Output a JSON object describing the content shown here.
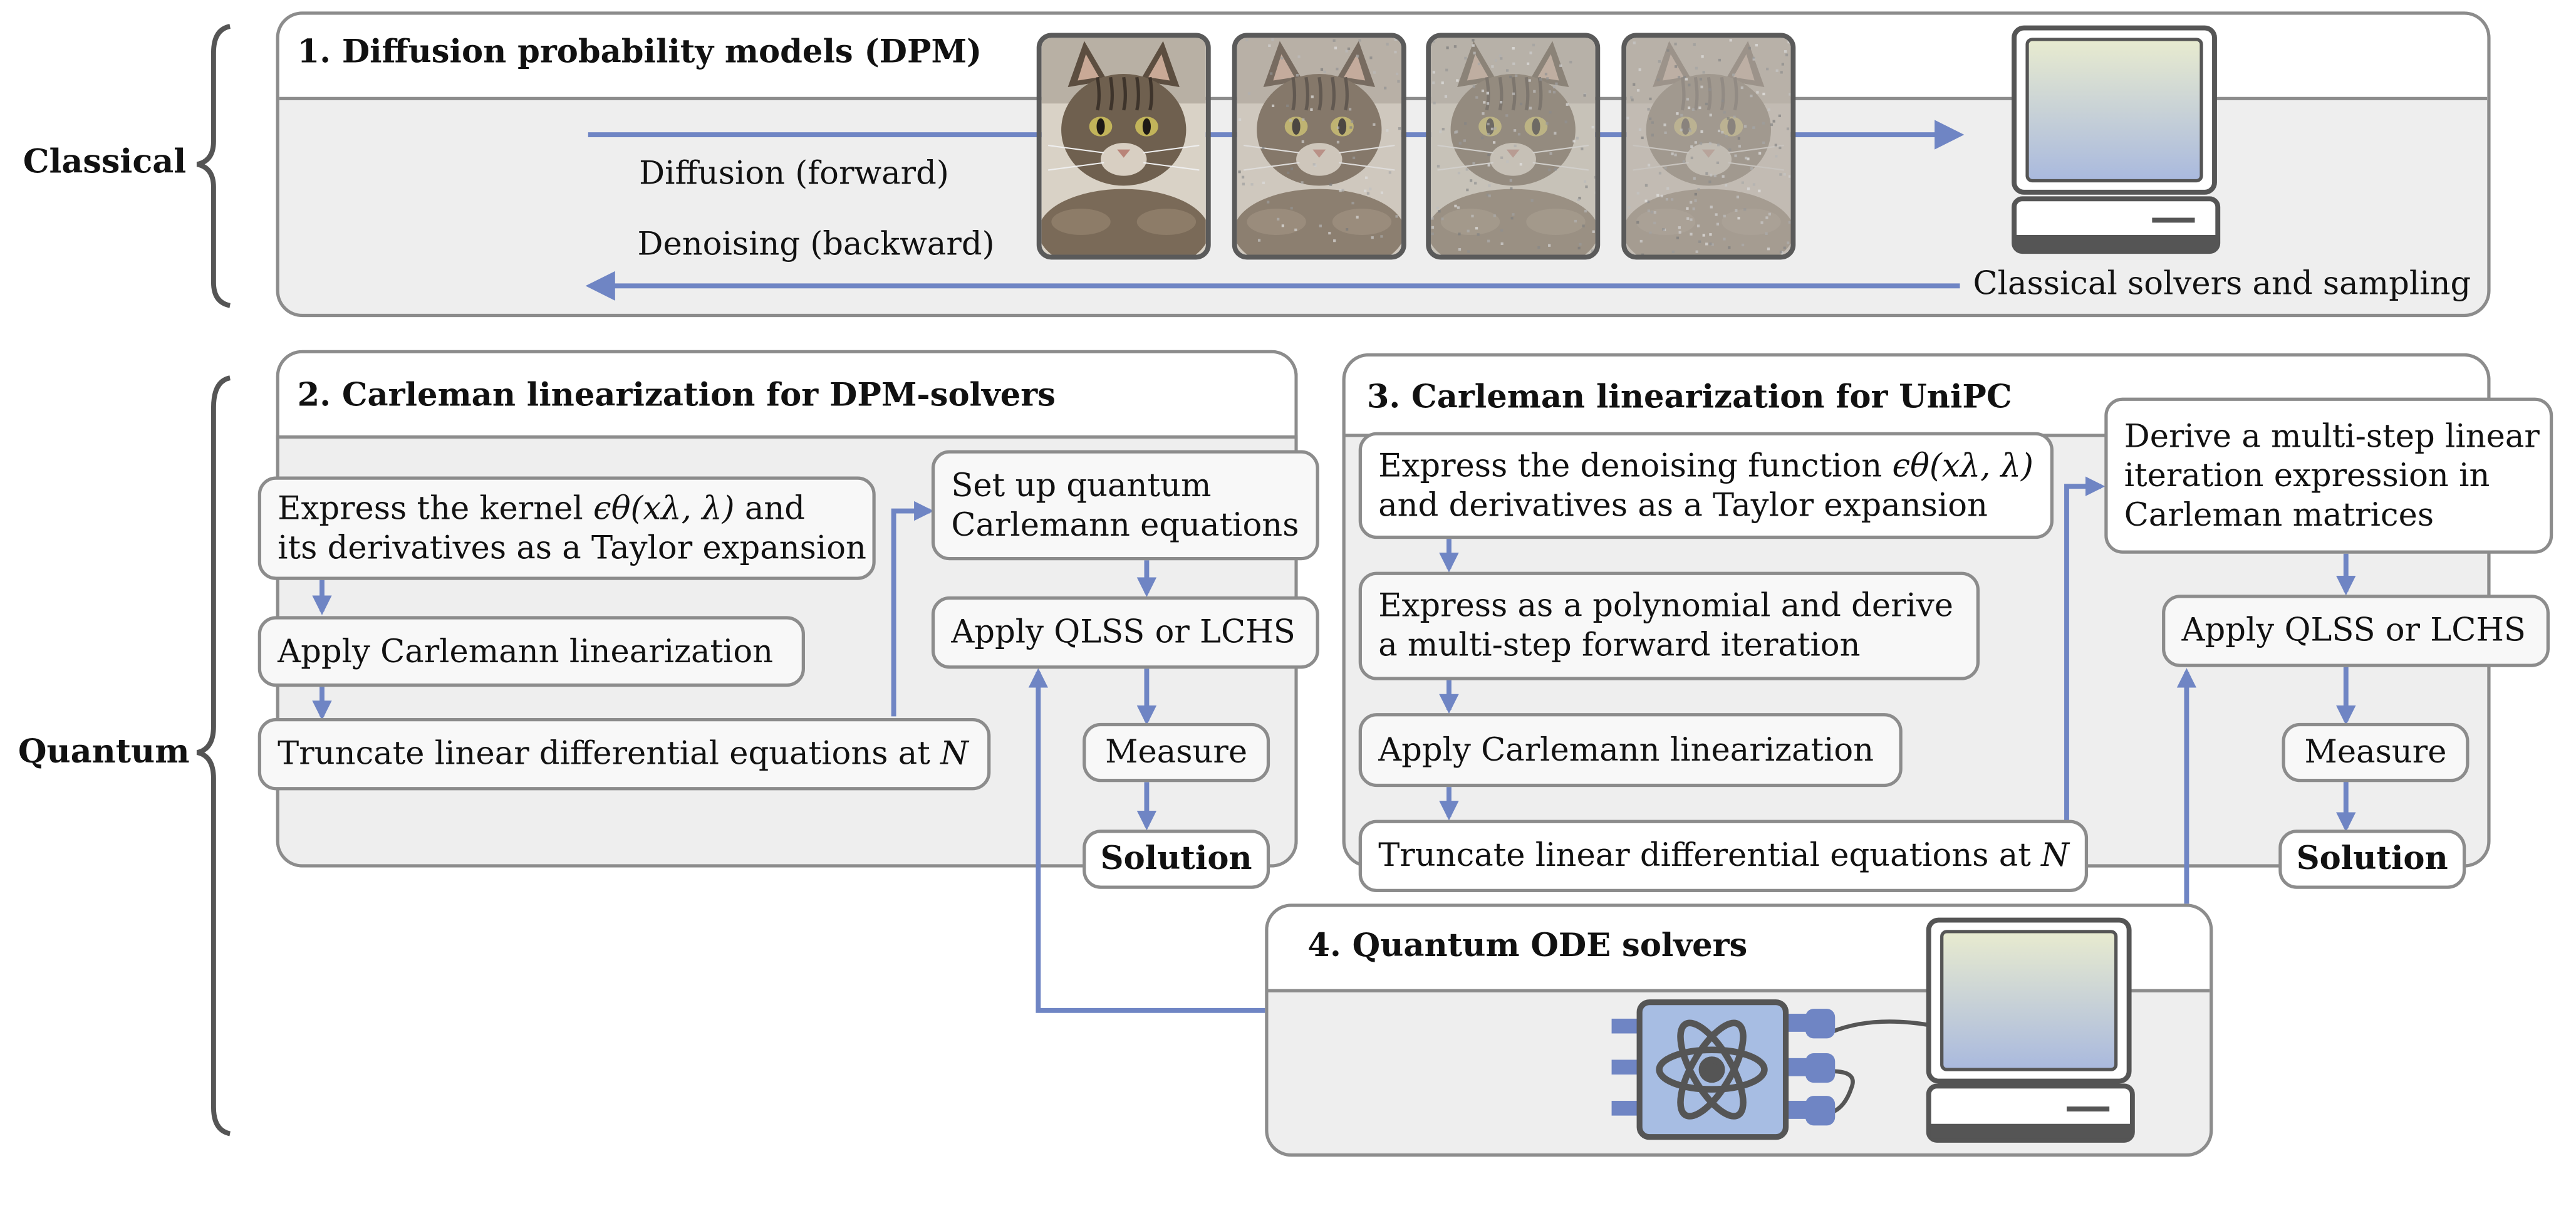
{
  "side_labels": {
    "classical": "Classical",
    "quantum": "Quantum"
  },
  "section1": {
    "title": "1. Diffusion probability models (DPM)",
    "forward_label": "Diffusion (forward)",
    "backward_label": "Denoising (backward)",
    "solver_label": "Classical solvers and sampling",
    "noise_levels": [
      0,
      0.35,
      0.62,
      0.82
    ]
  },
  "section2": {
    "title": "2. Carleman linearization for DPM-solvers",
    "kernel_pre": "Express the kernel",
    "kernel_math": "ϵθ(xλ, λ)",
    "kernel_post": "and",
    "kernel_line2": "its derivatives as a Taylor expansion",
    "carleman": "Apply Carlemann linearization",
    "truncate": "Truncate linear differential equations at",
    "truncate_var": "N",
    "setup_line1": "Set up quantum",
    "setup_line2": "Carlemann equations",
    "qlss": "Apply QLSS or LCHS",
    "measure": "Measure",
    "solution": "Solution"
  },
  "section3": {
    "title": "3. Carleman linearization for UniPC",
    "denoise_pre": "Express the denoising function",
    "denoise_math": "ϵθ(xλ, λ)",
    "denoise_line2": "and derivatives as a Taylor expansion",
    "poly_line1": "Express as a polynomial and derive",
    "poly_line2": "a multi-step forward iteration",
    "carleman": "Apply Carlemann linearization",
    "truncate": "Truncate linear differential equations at",
    "truncate_var": "N",
    "derive_line1": "Derive a multi-step linear",
    "derive_line2": "iteration expression in",
    "derive_line3": "Carleman matrices",
    "qlss": "Apply QLSS or LCHS",
    "measure": "Measure",
    "solution": "Solution"
  },
  "section4": {
    "title": "4. Quantum ODE solvers"
  },
  "colors": {
    "arrow": "#6f85c4",
    "border": "#8c8c8c",
    "panel": "#eeeeee",
    "screen_top": "#e8ebcf",
    "screen_bottom": "#a9b9de",
    "chip": "#a7bde3"
  },
  "icons": [
    "computer-icon",
    "quantum-chip-icon",
    "atom-icon",
    "cat-photo"
  ]
}
